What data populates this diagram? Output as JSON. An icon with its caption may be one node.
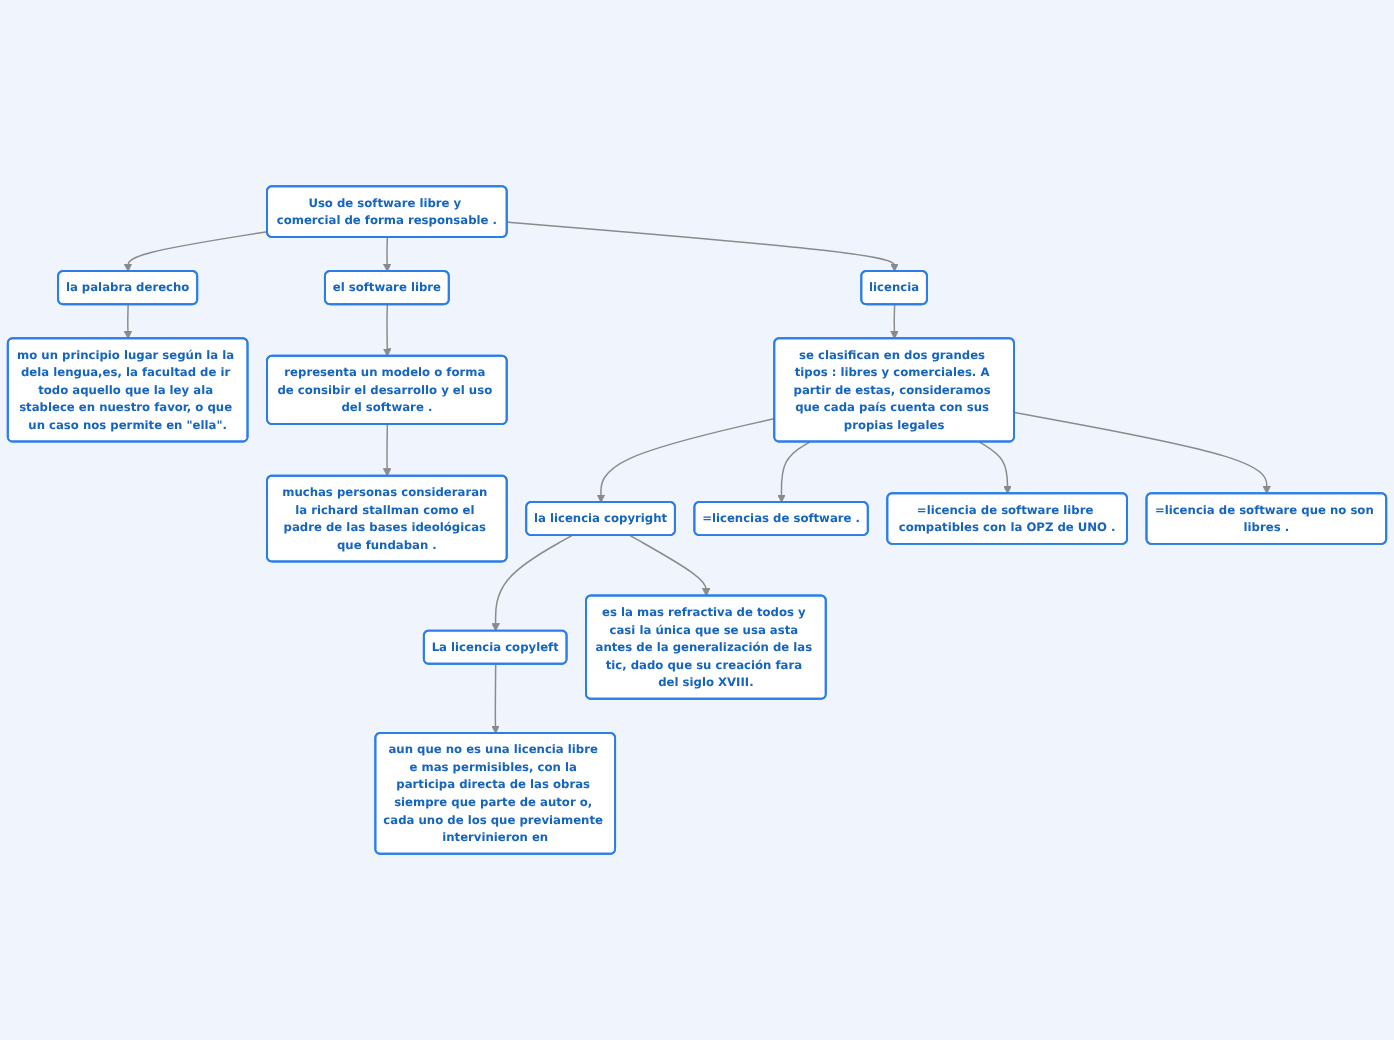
{
  "diagram": {
    "nodes": [
      {
        "text": [
          "Uso de software libre y comercial de forma responsable ."
        ]
      },
      {
        "text": [
          "la palabra derecho"
        ]
      },
      {
        "text": [
          "el software libre"
        ]
      },
      {
        "text": [
          "licencia"
        ]
      },
      {
        "text": [
          "mo un principio lugar según la la dela lengua,es, la facultad de ir todo aquello que la ley ala stablece en nuestro favor, o que un caso nos permite en \"ella\"."
        ]
      },
      {
        "text": [
          "representa un modelo o forma de consibir el desarrollo y el uso del software ."
        ]
      },
      {
        "text": [
          "muchas personas consideraran la richard stallman como el padre de las bases ideológicas que fundaban ."
        ]
      },
      {
        "text": [
          "se clasifican en dos grandes tipos : libres y comerciales. A partir de estas, consideramos que cada país cuenta con sus propias legales"
        ]
      },
      {
        "text": [
          "la licencia copyright"
        ]
      },
      {
        "text": [
          "La licencia copyleft"
        ]
      },
      {
        "text": [
          "es la mas refractiva de todos y casi la única que se usa asta antes de la generalización de las tic, dado que su creación fara del siglo XVIII."
        ]
      },
      {
        "text": [
          "aun que no es una licencia libre e mas permisibles, con la participa directa de las obras siempre que parte de autor o, cada uno de los que previamente intervinieron en"
        ]
      },
      {
        "text": [
          "=licencias de software ."
        ]
      },
      {
        "text": [
          "=licencia de software libre compatibles con la OPZ de UNO ."
        ]
      },
      {
        "text": [
          "=licencia de software que no son libres ."
        ]
      }
    ],
    "edges": [
      {
        "from": 0,
        "to": 1,
        "arrow": "to"
      },
      {
        "from": 0,
        "to": 2,
        "arrow": "to"
      },
      {
        "from": 0,
        "to": 3,
        "arrow": "to"
      },
      {
        "from": 1,
        "to": 4,
        "arrow": "to"
      },
      {
        "from": 2,
        "to": 5,
        "arrow": "to"
      },
      {
        "from": 5,
        "to": 6,
        "arrow": "to"
      },
      {
        "from": 3,
        "to": 7,
        "arrow": "to"
      },
      {
        "from": 7,
        "to": 8,
        "arrow": "to"
      },
      {
        "from": 8,
        "to": 10,
        "arrow": "to"
      },
      {
        "from": 8,
        "to": 9,
        "arrow": "to"
      },
      {
        "from": 9,
        "to": 11,
        "arrow": "to"
      },
      {
        "from": 7,
        "to": 12,
        "arrow": "to"
      },
      {
        "from": 7,
        "to": 13,
        "arrow": "to"
      },
      {
        "from": 7,
        "to": 14,
        "arrow": "to"
      }
    ]
  }
}
